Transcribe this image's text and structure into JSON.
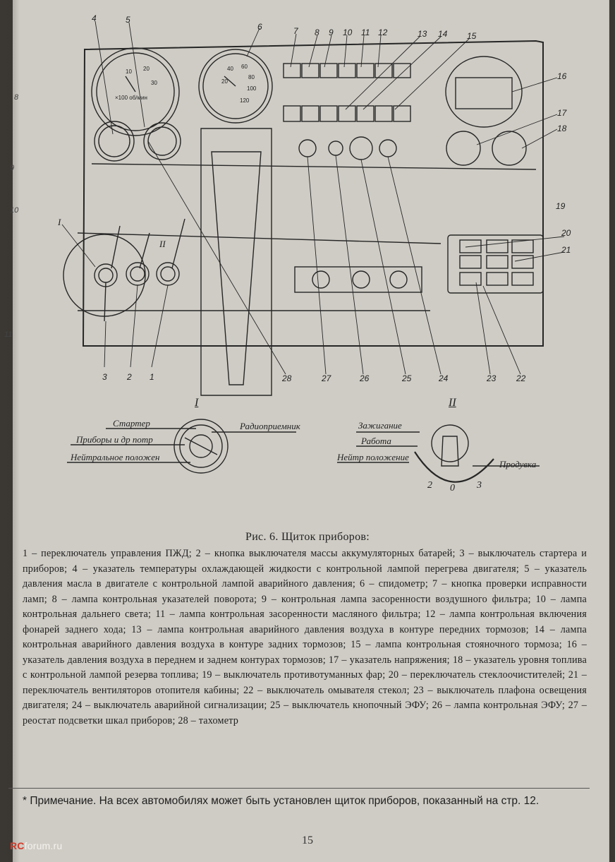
{
  "figure": {
    "callouts": [
      "1",
      "2",
      "3",
      "4",
      "5",
      "6",
      "7",
      "8",
      "9",
      "10",
      "11",
      "12",
      "13",
      "14",
      "15",
      "16",
      "17",
      "18",
      "19",
      "20",
      "21",
      "22",
      "23",
      "24",
      "25",
      "26",
      "27",
      "28"
    ],
    "gauge_dial_speedo": [
      "40",
      "60",
      "80",
      "20",
      "100",
      "120"
    ],
    "gauge_dial_tacho": [
      "10",
      "20",
      "30",
      "×100 об/мин"
    ],
    "switch_I": {
      "label": "I",
      "positions": [
        "Стартер",
        "Приборы и др потр",
        "Нейтральное положен"
      ],
      "right_label": "Радиоприемник"
    },
    "switch_II": {
      "label": "II",
      "positions": [
        "Зажигание",
        "Работа",
        "Нейтр положение"
      ],
      "right_label": "Продувка",
      "scale": [
        "2",
        "0",
        "3"
      ]
    },
    "switch_marks_main": [
      "I",
      "II"
    ]
  },
  "caption": {
    "title": "Рис. 6. Щиток приборов:",
    "legend": "1 – переключатель управления ПЖД; 2 – кнопка выключателя массы аккумуляторных батарей; 3 – выключатель стартера и приборов; 4 – указатель температуры охлаждающей жидкости с контрольной лампой перегрева двигателя; 5 – указатель давления масла в двигателе с контрольной лампой аварийного давления; 6 – спидометр; 7 – кнопка проверки исправности ламп; 8 – лампа контрольная указателей поворота; 9 – контрольная лампа засоренности воздушного фильтра; 10 – лампа контрольная дальнего света; 11 – лампа контрольная засоренности масляного фильтра; 12 – лампа контрольная включения фонарей заднего хода; 13 – лампа контрольная аварийного давления воздуха в контуре передних тормозов; 14 – лампа контрольная аварийного давления воздуха в контуре задних тормозов; 15 – лампа контрольная стояночного тормоза; 16 – указатель давления воздуха в переднем и заднем контурах тормозов; 17 – указатель напряжения; 18 – указатель уровня топлива с контрольной лампой резерва топлива; 19 – выключатель противотуманных фар; 20 – переключатель стеклоочистителей; 21 – переключатель вентиляторов отопителя кабины; 22 – выключатель омывателя стекол; 23 – выключатель плафона освещения двигателя; 24 – выключатель аварийной сигнализации; 25 – выключатель кнопочный ЭФУ; 26 – лампа контрольная ЭФУ; 27 – реостат подсветки шкал приборов; 28 – тахометр"
  },
  "footnote": "* Примечание. На всех автомобилях может быть установлен щиток приборов, показанный на стр. 12.",
  "page_number": "15",
  "margin_marks": [
    "8",
    "9",
    "10",
    "11"
  ],
  "watermark": {
    "brand": "RC",
    "rest": "forum.ru"
  }
}
